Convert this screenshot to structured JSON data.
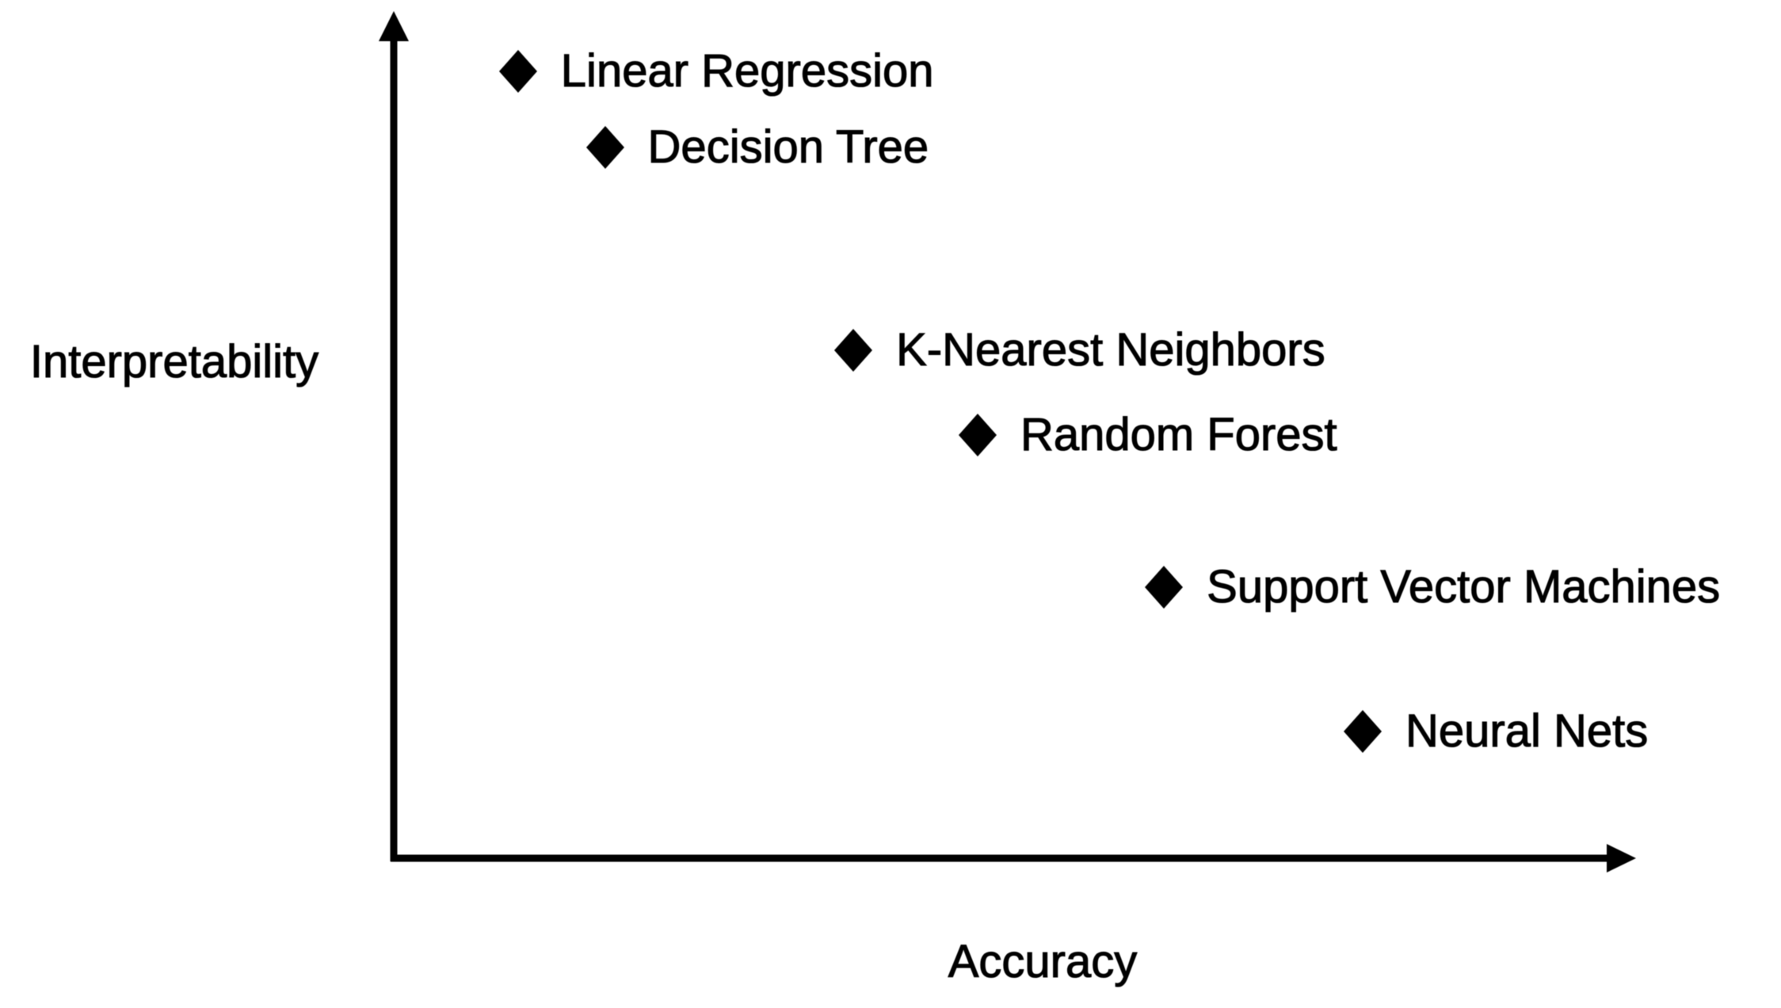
{
  "chart_data": {
    "type": "scatter",
    "title": "",
    "xlabel": "Accuracy",
    "ylabel": "Interpretability",
    "xlim": [
      0,
      1
    ],
    "ylim": [
      0,
      1
    ],
    "grid": false,
    "legend": null,
    "tick_labels": "none (qualitative axes with arrowheads)",
    "marker": "black-diamond",
    "points": [
      {
        "label": "Linear Regression",
        "accuracy": 0.1,
        "interpretability": 0.93
      },
      {
        "label": "Decision Tree",
        "accuracy": 0.17,
        "interpretability": 0.84
      },
      {
        "label": "K-Nearest Neighbors",
        "accuracy": 0.37,
        "interpretability": 0.6
      },
      {
        "label": "Random Forest",
        "accuracy": 0.47,
        "interpretability": 0.5
      },
      {
        "label": "Support Vector Machines",
        "accuracy": 0.62,
        "interpretability": 0.32
      },
      {
        "label": "Neural Nets",
        "accuracy": 0.78,
        "interpretability": 0.15
      }
    ]
  },
  "colors": {
    "foreground": "#000000",
    "background": "#ffffff"
  }
}
